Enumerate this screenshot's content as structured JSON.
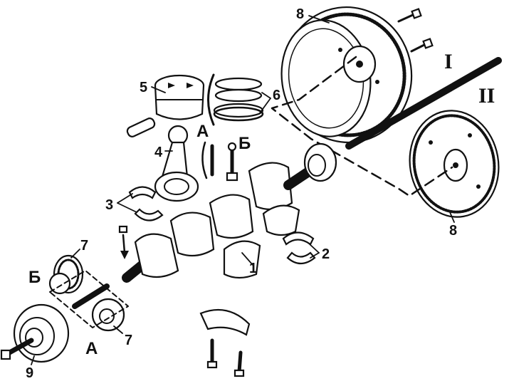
{
  "labels": {
    "p1": "1",
    "p2": "2",
    "p3": "3",
    "p4": "4",
    "p5": "5",
    "p6": "6",
    "p7a": "7",
    "p7b": "7",
    "p8a": "8",
    "p8b": "8",
    "p9": "9",
    "letter_a_top": "А",
    "letter_b_top": "Б",
    "letter_b_bottom": "Б",
    "letter_a_bottom": "А",
    "roman_1": "I",
    "roman_2": "II"
  },
  "colors": {
    "ink": "#111111",
    "paper": "#ffffff"
  }
}
